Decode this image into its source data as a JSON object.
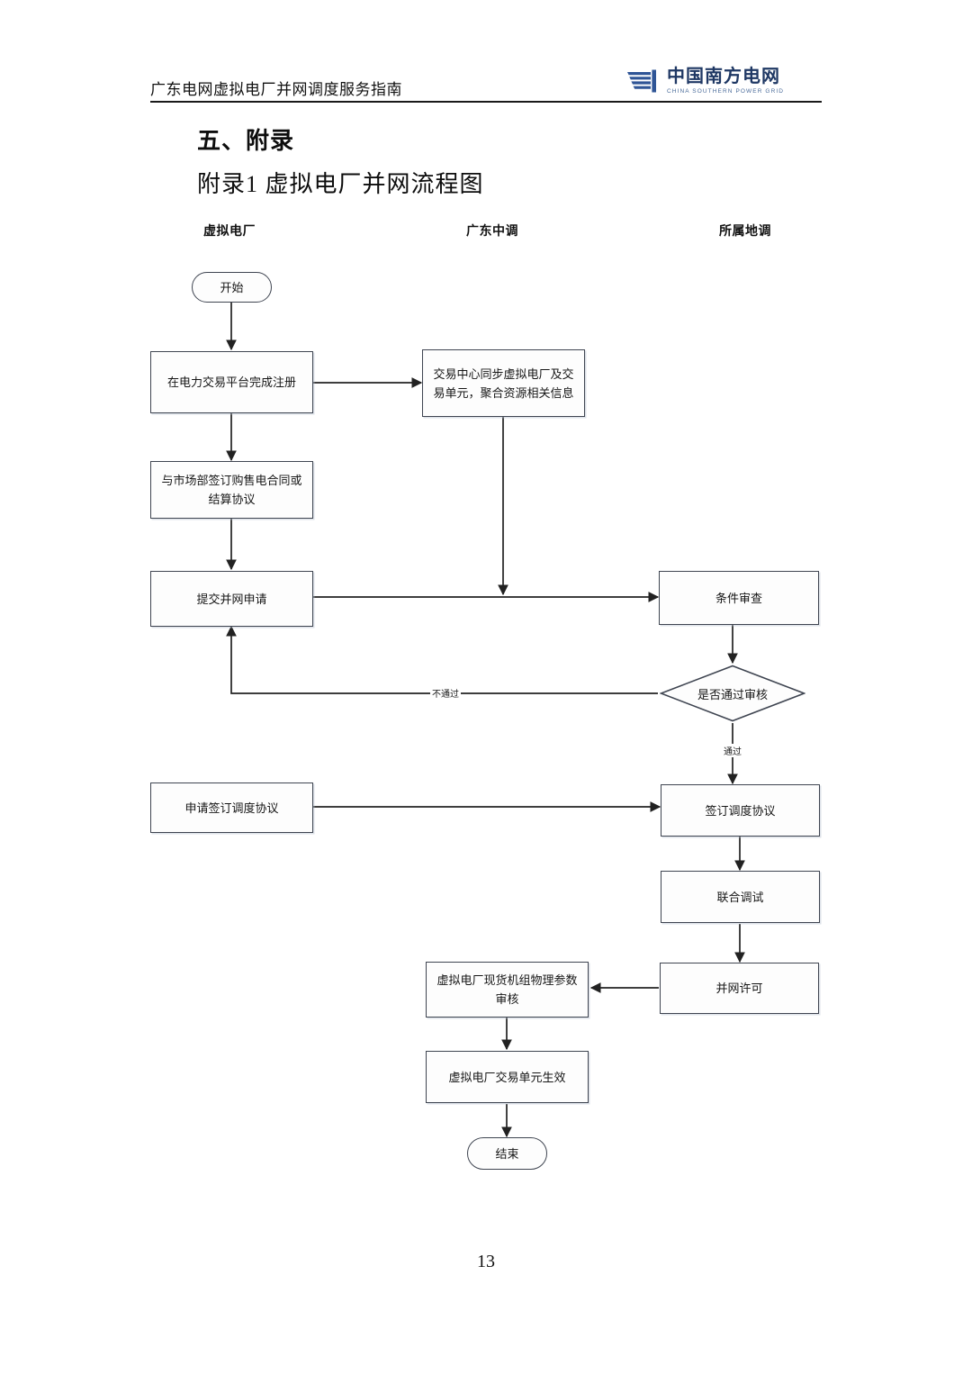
{
  "header": {
    "doc_title": "广东电网虚拟电厂并网调度服务指南",
    "logo": {
      "icon": "southern-power-grid-logo",
      "brand_cn": "中国南方电网",
      "brand_en": "CHINA SOUTHERN POWER GRID",
      "brand_color": "#1f3864"
    }
  },
  "headings": {
    "section": "五、附录",
    "appendix": "附录1 虚拟电厂并网流程图"
  },
  "lanes": [
    {
      "id": "vpp",
      "label": "虚拟电厂"
    },
    {
      "id": "gdzd",
      "label": "广东中调"
    },
    {
      "id": "local",
      "label": "所属地调"
    }
  ],
  "flowchart": {
    "nodes": [
      {
        "id": "start",
        "type": "terminal",
        "lane": "vpp",
        "label": "开始"
      },
      {
        "id": "register",
        "type": "process",
        "lane": "vpp",
        "label": "在电力交易平台完成注册"
      },
      {
        "id": "sync",
        "type": "process",
        "lane": "gdzd",
        "label": "交易中心同步虚拟电厂及交易单元，聚合资源相关信息"
      },
      {
        "id": "contract",
        "type": "process",
        "lane": "vpp",
        "label": "与市场部签订购售电合同或结算协议"
      },
      {
        "id": "submit",
        "type": "process",
        "lane": "vpp",
        "label": "提交并网申请"
      },
      {
        "id": "review",
        "type": "process",
        "lane": "local",
        "label": "条件审查"
      },
      {
        "id": "decision",
        "type": "decision",
        "lane": "local",
        "label": "是否通过审核"
      },
      {
        "id": "apply-agr",
        "type": "process",
        "lane": "vpp",
        "label": "申请签订调度协议"
      },
      {
        "id": "sign-agr",
        "type": "process",
        "lane": "local",
        "label": "签订调度协议"
      },
      {
        "id": "joint-test",
        "type": "process",
        "lane": "local",
        "label": "联合调试"
      },
      {
        "id": "grid-permit",
        "type": "process",
        "lane": "local",
        "label": "并网许可"
      },
      {
        "id": "param-audit",
        "type": "process",
        "lane": "gdzd",
        "label": "虚拟电厂现货机组物理参数审核"
      },
      {
        "id": "unit-active",
        "type": "process",
        "lane": "gdzd",
        "label": "虚拟电厂交易单元生效"
      },
      {
        "id": "end",
        "type": "terminal",
        "lane": "gdzd",
        "label": "结束"
      }
    ],
    "edge_labels": {
      "fail": "不通过",
      "pass": "通过"
    }
  },
  "footer": {
    "page_number": "13"
  }
}
